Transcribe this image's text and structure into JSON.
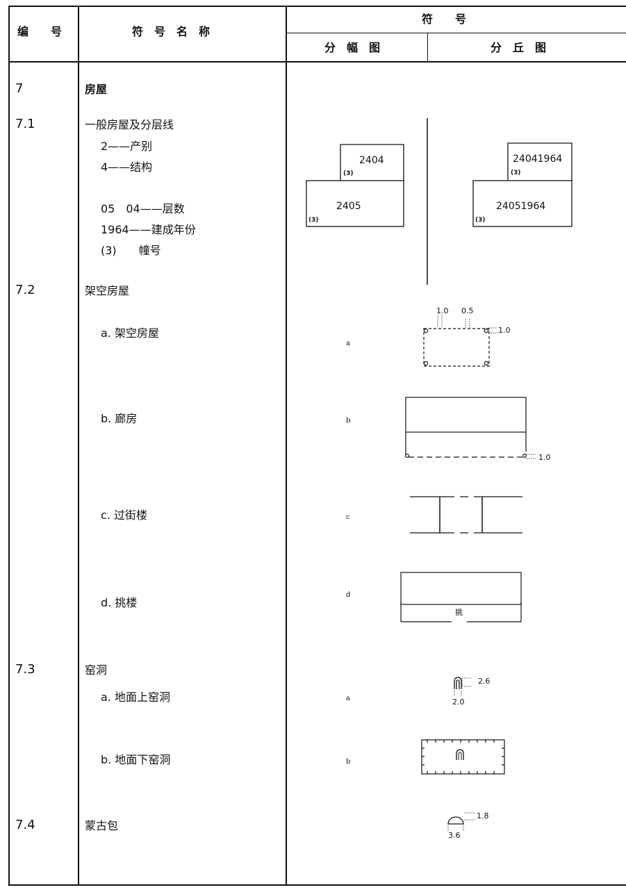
{
  "header": {
    "col_number": "编　　号",
    "col_name": "符　号　名　称",
    "col_symbol": "符　　号",
    "col_sheet_map": "分　幅　图",
    "col_hill_map": "分　丘　图"
  },
  "rows": {
    "r7": {
      "number": "7",
      "name": "房屋"
    },
    "r7_1": {
      "number": "7.1",
      "name": "一般房屋及分层线",
      "lines": [
        "2——产别",
        "4——结构",
        "05　04——层数",
        "1964——建成年份",
        "(3)　　幢号"
      ],
      "sheet_upper": "2404",
      "sheet_upper_no": "(3)",
      "sheet_lower": "2405",
      "sheet_lower_no": "(3)",
      "hill_upper": "24041964",
      "hill_upper_no": "(3)",
      "hill_lower": "24051964",
      "hill_lower_no": "(3)"
    },
    "r7_2": {
      "number": "7.2",
      "name": "架空房屋",
      "a": "a. 架空房屋",
      "b": "b. 廊房",
      "c": "c. 过街楼",
      "d": "d. 挑楼",
      "a_letter": "a",
      "b_letter": "b",
      "c_letter": "c",
      "d_letter": "d",
      "a_dim1": "1.0",
      "a_dim2": "0.5",
      "a_dim3": "1.0",
      "b_dim": "1.0",
      "d_inner": "挑"
    },
    "r7_3": {
      "number": "7.3",
      "name": "窑洞",
      "a": "a. 地面上窑洞",
      "b": "b. 地面下窑洞",
      "a_letter": "a",
      "b_letter": "b",
      "a_dim1": "2.6",
      "a_dim2": "2.0"
    },
    "r7_4": {
      "number": "7.4",
      "name": "蒙古包",
      "dim1": "1.8",
      "dim2": "3.6"
    }
  }
}
